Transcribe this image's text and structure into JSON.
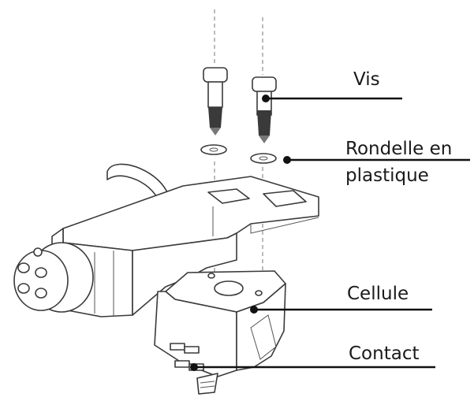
{
  "labels": {
    "screw": "Vis",
    "washer_line1": "Rondelle en",
    "washer_line2": "plastique",
    "cartridge": "Cellule",
    "contact": "Contact"
  }
}
